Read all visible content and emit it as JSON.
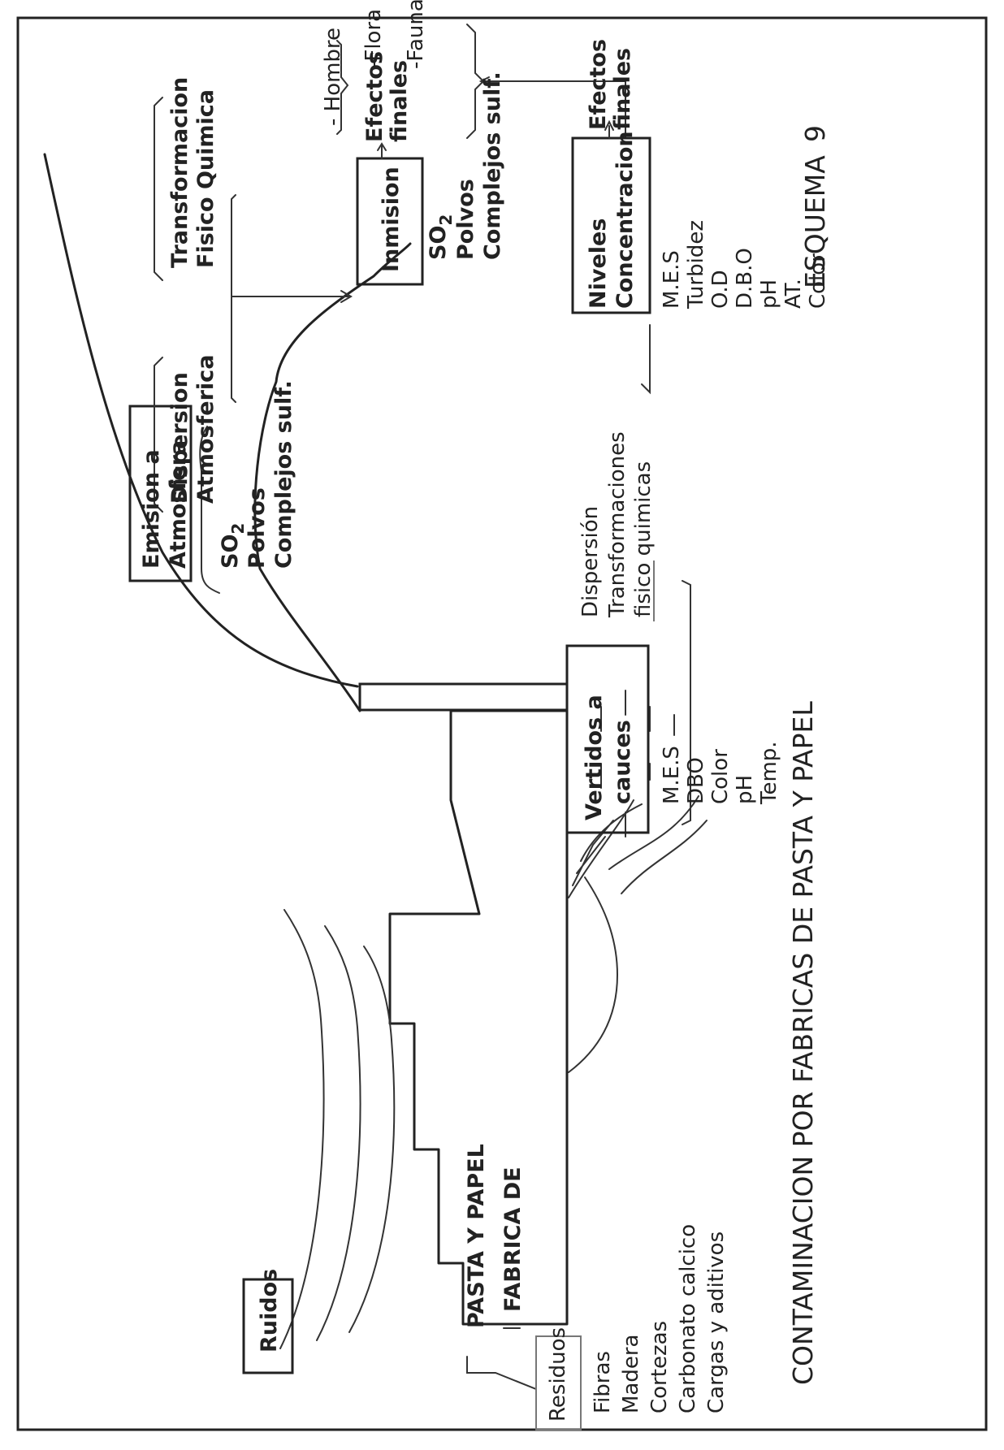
{
  "diagram": {
    "title": "CONTAMINACION POR FABRICAS DE PASTA Y PAPEL",
    "scheme_label": "ESQUEMA",
    "scheme_number": "9",
    "factory": {
      "line1": "FABRICA DE",
      "line2": "PASTA Y PAPEL"
    },
    "noise": "Ruidos",
    "waste": {
      "label": "Residuos",
      "items": [
        "Fibras",
        "Madera",
        "Cortezas",
        "Carbonato calcico",
        "Cargas y aditivos"
      ]
    },
    "emission": {
      "box_line1": "Emision a",
      "box_line2": "Atmosfera",
      "items": [
        "SO",
        "Polvos",
        "Complejos sulf."
      ],
      "so2_subscript": "2"
    },
    "dispersion_atm": {
      "line1": "Dispersion",
      "line2": "Atmosferica"
    },
    "transformation": {
      "line1": "Transformacion",
      "line2": "Fisico Quimica"
    },
    "immission": {
      "box": "Inmision",
      "items": [
        "SO",
        "Polvos",
        "Complejos sulf."
      ],
      "so2_subscript": "2"
    },
    "effects_top": {
      "line1": "Efectos",
      "line2": "finales"
    },
    "receptors": [
      "- Hombre",
      "-Flora",
      "-Fauna"
    ],
    "discharge": {
      "box_line1": "Vertidos a",
      "box_line2": "cauces",
      "items": [
        "M.E.S",
        "DBO",
        "Color",
        "pH",
        "Temp."
      ]
    },
    "water_dispersion": [
      "Dispersión",
      "Transformaciones",
      "fisico quimicas"
    ],
    "levels": {
      "box_line1": "Niveles",
      "box_line2": "Concentracion",
      "items": [
        "M.E.S",
        "Turbidez",
        "O.D",
        "D.B.O",
        "pH",
        "AT.",
        "Color"
      ]
    },
    "effects_bottom": {
      "line1": "Efectos",
      "line2": "finales"
    }
  }
}
